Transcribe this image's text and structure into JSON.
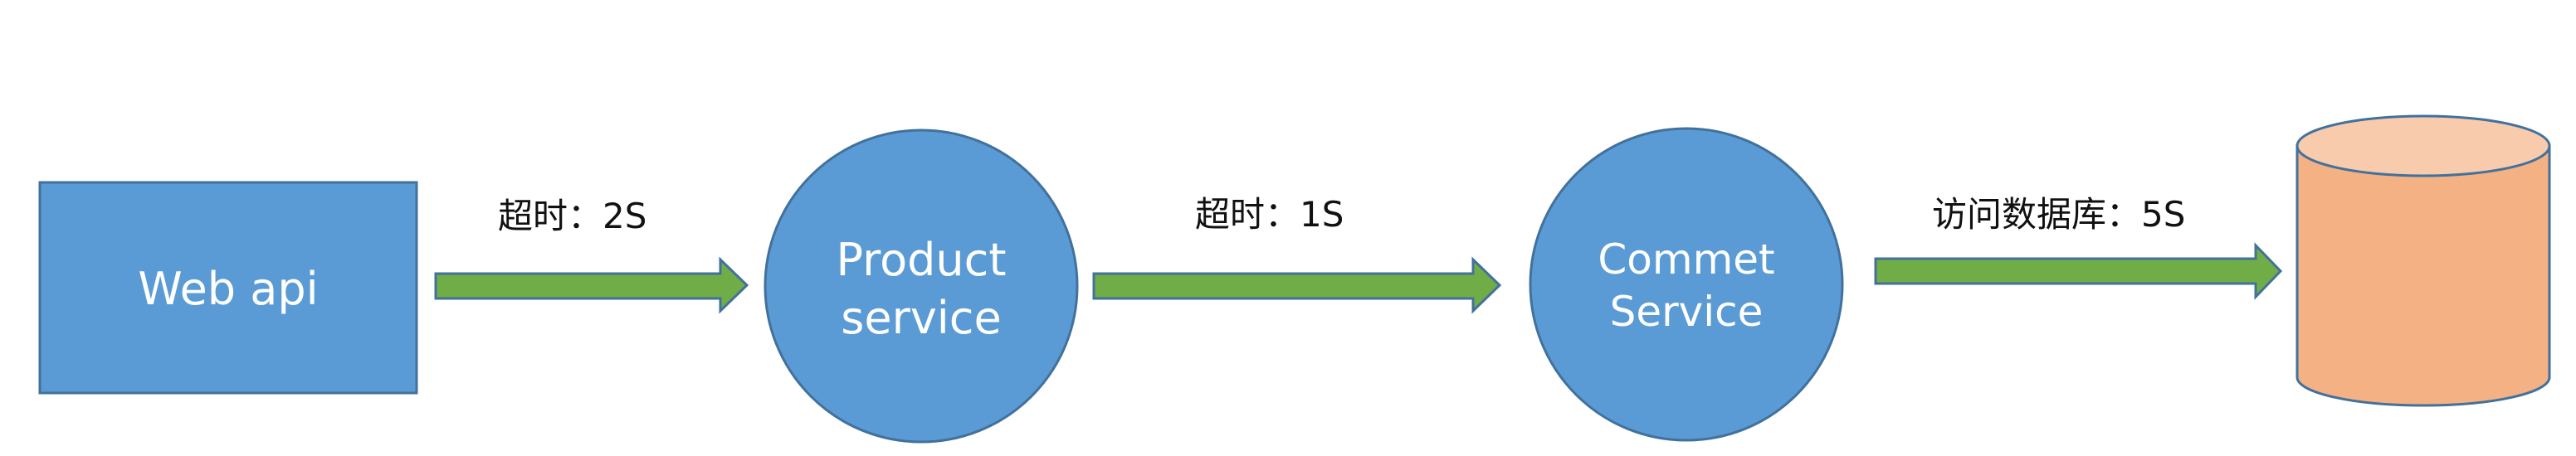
{
  "diagram": {
    "nodes": {
      "web_api": {
        "label": "Web api"
      },
      "product_service": {
        "line1": "Product",
        "line2": "service"
      },
      "commet_service": {
        "line1": "Commet",
        "line2": "Service"
      },
      "database": {
        "label": ""
      }
    },
    "edges": {
      "web_to_product": {
        "label": "超时：2S"
      },
      "product_to_commet": {
        "label": "超时：1S"
      },
      "commet_to_db": {
        "label": "访问数据库：5S"
      }
    }
  },
  "colors": {
    "node_fill": "#5b9bd5",
    "node_stroke": "#41719c",
    "arrow_fill": "#70ad47",
    "arrow_stroke": "#41719c",
    "db_side": "#f4b183",
    "db_top": "#f8cbad",
    "db_stroke": "#41719c"
  }
}
